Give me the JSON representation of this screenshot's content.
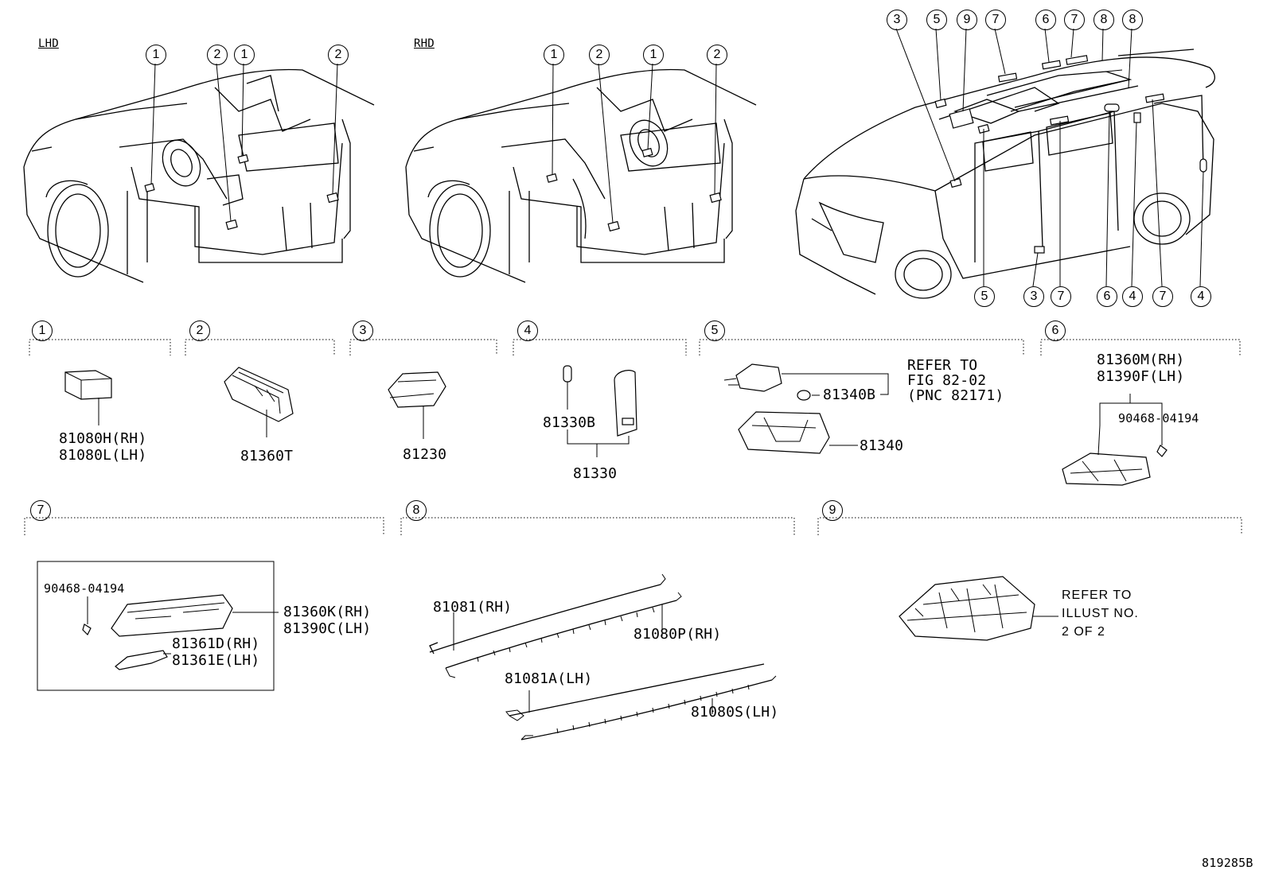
{
  "views": {
    "lhd_label": "LHD",
    "rhd_label": "RHD"
  },
  "sections": [
    {
      "num": "1",
      "parts": [
        "81080H(RH)",
        "81080L(LH)"
      ]
    },
    {
      "num": "2",
      "parts": [
        "81360T"
      ]
    },
    {
      "num": "3",
      "parts": [
        "81230"
      ]
    },
    {
      "num": "4",
      "parts": [
        "81330B",
        "81330"
      ]
    },
    {
      "num": "5",
      "parts": [
        "81340B",
        "81340"
      ],
      "refer": [
        "REFER TO",
        "FIG 82-02",
        "(PNC 82171)"
      ]
    },
    {
      "num": "6",
      "parts": [
        "81360M(RH)",
        "81390F(LH)",
        "90468-04194"
      ]
    },
    {
      "num": "7",
      "parts": [
        "90468-04194",
        "81360K(RH)",
        "81390C(LH)",
        "81361D(RH)",
        "81361E(LH)"
      ]
    },
    {
      "num": "8",
      "parts": [
        "81081(RH)",
        "81080P(RH)",
        "81081A(LH)",
        "81080S(LH)"
      ]
    },
    {
      "num": "9",
      "refer": [
        "REFER TO",
        "ILLUST NO.",
        "2 OF 2"
      ]
    }
  ],
  "callouts": {
    "lhd": [
      "1",
      "2",
      "1",
      "2"
    ],
    "rhd": [
      "1",
      "2",
      "1",
      "2"
    ],
    "exterior_top": [
      "3",
      "5",
      "9",
      "7",
      "6",
      "7",
      "8",
      "8"
    ],
    "exterior_bottom": [
      "5",
      "3",
      "7",
      "6",
      "4",
      "7",
      "4"
    ]
  },
  "footer": {
    "code": "819285B"
  }
}
